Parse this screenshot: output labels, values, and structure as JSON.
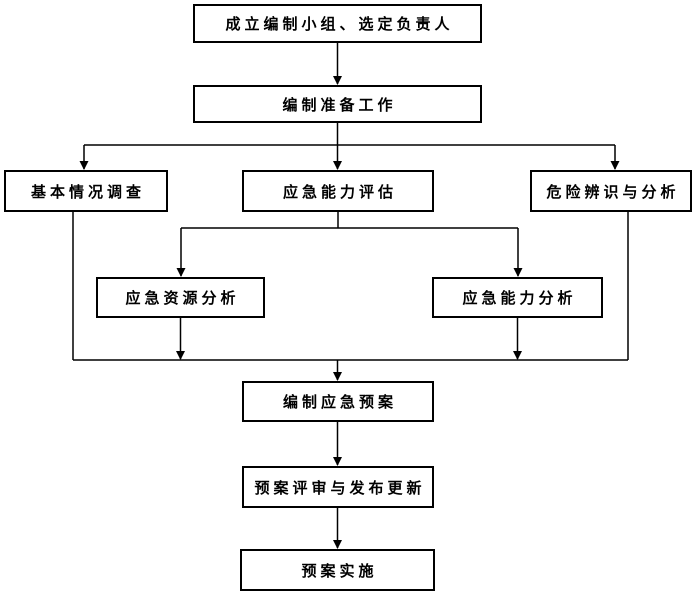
{
  "diagram": {
    "name": "emergency-plan-compilation-flowchart",
    "background_color": "#ffffff",
    "box_fill_color": "#ffffff",
    "box_border_color": "#000000",
    "line_color": "#000000",
    "nodes": [
      {
        "id": "start",
        "label": "成立编制小组、选定负责人"
      },
      {
        "id": "prep",
        "label": "编制准备工作"
      },
      {
        "id": "basic-survey",
        "label": "基本情况调查"
      },
      {
        "id": "capability-assessment",
        "label": "应急能力评估"
      },
      {
        "id": "hazard-identification",
        "label": "危险辨识与分析"
      },
      {
        "id": "resource-analysis",
        "label": "应急资源分析"
      },
      {
        "id": "capability-analysis",
        "label": "应急能力分析"
      },
      {
        "id": "compile-plan",
        "label": "编制应急预案"
      },
      {
        "id": "review-publish",
        "label": "预案评审与发布更新"
      },
      {
        "id": "implementation",
        "label": "预案实施"
      }
    ],
    "edges": [
      {
        "from": "start",
        "to": "prep"
      },
      {
        "from": "prep",
        "to": "basic-survey"
      },
      {
        "from": "prep",
        "to": "capability-assessment"
      },
      {
        "from": "prep",
        "to": "hazard-identification"
      },
      {
        "from": "capability-assessment",
        "to": "resource-analysis"
      },
      {
        "from": "capability-assessment",
        "to": "capability-analysis"
      },
      {
        "from": "basic-survey",
        "to": "compile-plan"
      },
      {
        "from": "resource-analysis",
        "to": "compile-plan"
      },
      {
        "from": "capability-analysis",
        "to": "compile-plan"
      },
      {
        "from": "hazard-identification",
        "to": "compile-plan"
      },
      {
        "from": "compile-plan",
        "to": "review-publish"
      },
      {
        "from": "review-publish",
        "to": "implementation"
      }
    ]
  }
}
